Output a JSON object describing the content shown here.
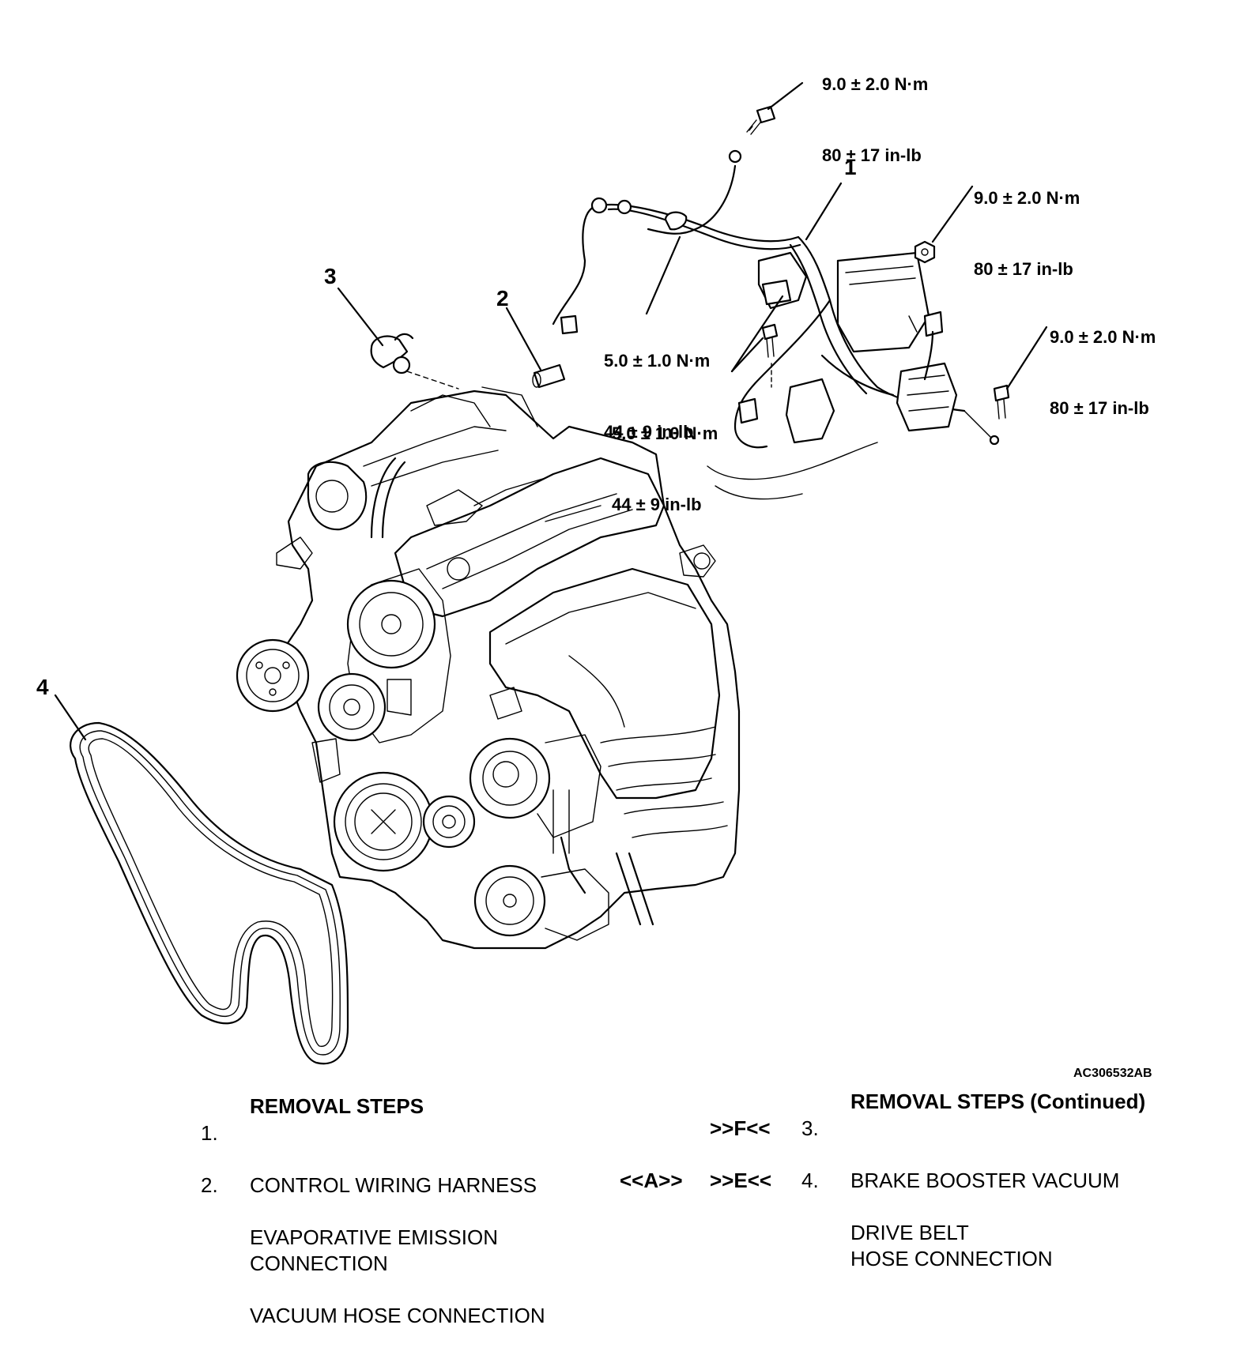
{
  "figure_code": "AC306532AB",
  "callouts": [
    "1",
    "2",
    "3",
    "4"
  ],
  "torque_specs": [
    {
      "nm": "9.0 ± 2.0 N·m",
      "inlb": "80 ± 17 in-lb"
    },
    {
      "nm": "9.0 ± 2.0 N·m",
      "inlb": "80 ± 17 in-lb"
    },
    {
      "nm": "9.0 ± 2.0 N·m",
      "inlb": "80 ± 17 in-lb"
    },
    {
      "nm": "5.0 ± 1.0 N·m",
      "inlb": "44 ± 9 in-lb"
    },
    {
      "nm": "5.0 ± 1.0 N·m",
      "inlb": "44 ± 9 in-lb"
    }
  ],
  "removal_steps": {
    "left_header": "REMOVAL STEPS",
    "right_header": "REMOVAL STEPS (Continued)",
    "steps": [
      {
        "num": "1.",
        "lines": [
          "CONTROL WIRING HARNESS",
          "CONNECTION"
        ],
        "install_ref": "",
        "removal_ref": ""
      },
      {
        "num": "2.",
        "lines": [
          "EVAPORATIVE EMISSION",
          "VACUUM HOSE CONNECTION"
        ],
        "install_ref": "",
        "removal_ref": ""
      },
      {
        "num": "3.",
        "lines": [
          "BRAKE BOOSTER VACUUM",
          "HOSE CONNECTION"
        ],
        "install_ref": ">>F<<",
        "removal_ref": ""
      },
      {
        "num": "4.",
        "lines": [
          "DRIVE BELT"
        ],
        "install_ref": ">>E<<",
        "removal_ref": "<<A>>"
      }
    ]
  }
}
